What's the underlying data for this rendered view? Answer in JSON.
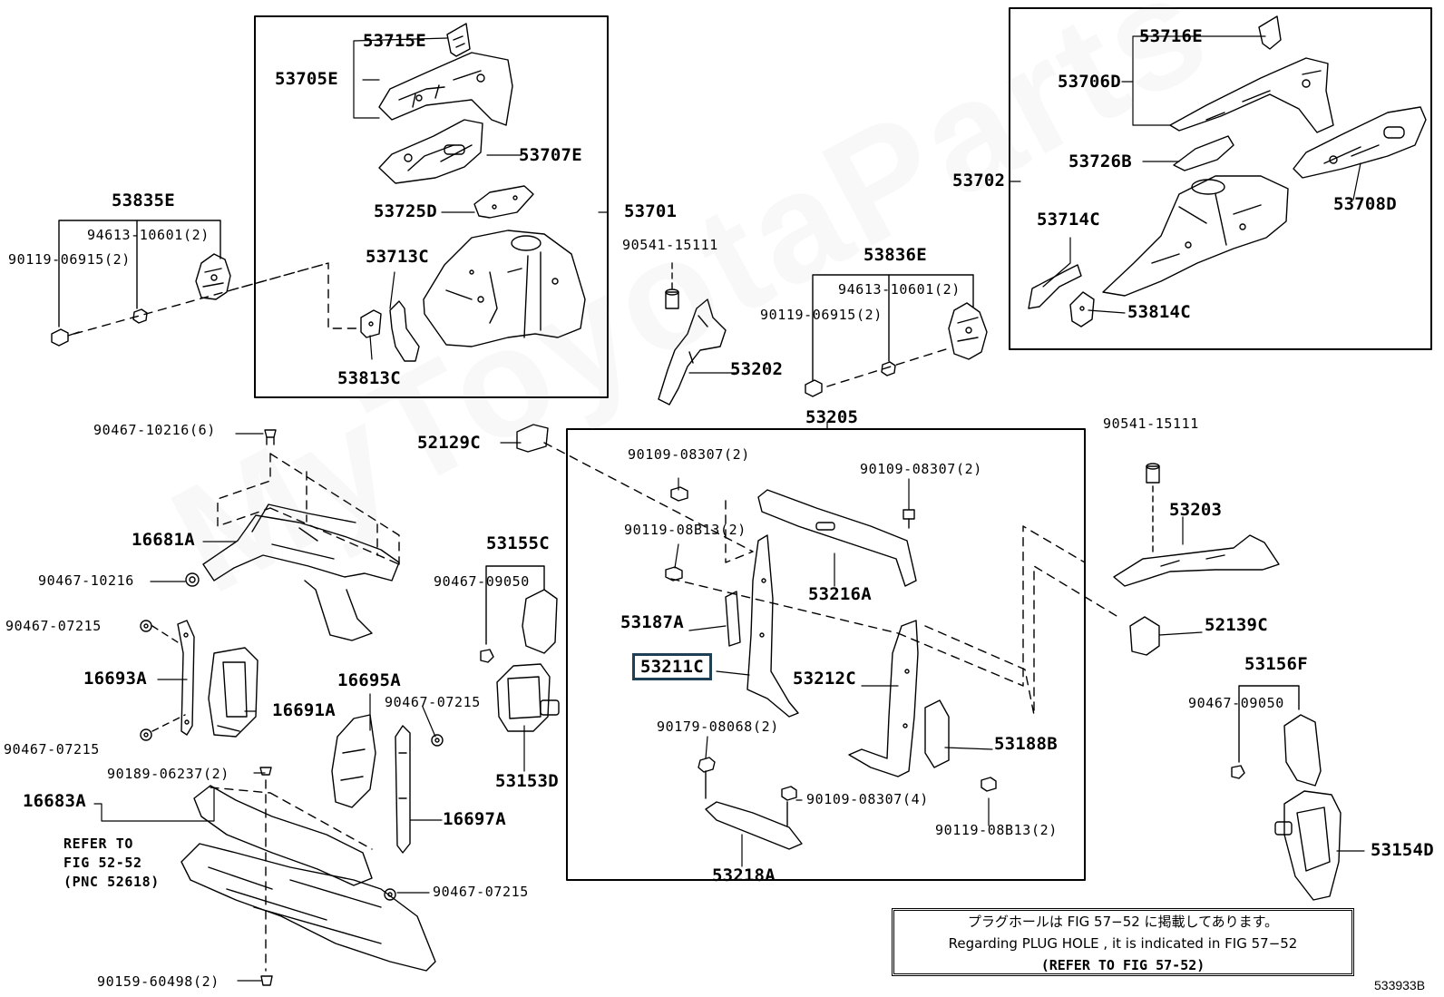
{
  "parts": {
    "p53715E": "53715E",
    "p53705E": "53705E",
    "p53707E": "53707E",
    "p53725D": "53725D",
    "p53713C": "53713C",
    "p53813C": "53813C",
    "p53701": "53701",
    "p53835E": "53835E",
    "p94613_l": "94613-10601(2)",
    "p90119_l": "90119-06915(2)",
    "p90541_a": "90541-15111",
    "p53202": "53202",
    "p53836E": "53836E",
    "p94613_r": "94613-10601(2)",
    "p90119_r": "90119-06915(2)",
    "p53716E": "53716E",
    "p53706D": "53706D",
    "p53726B": "53726B",
    "p53702": "53702",
    "p53708D": "53708D",
    "p53714C": "53714C",
    "p53814C": "53814C",
    "p90467_10216_6": "90467-10216(6)",
    "p16681A": "16681A",
    "p90467_10216": "90467-10216",
    "p90467_07215_a": "90467-07215",
    "p16693A": "16693A",
    "p16691A": "16691A",
    "p90467_07215_b": "90467-07215",
    "p16695A": "16695A",
    "p90467_07215_c": "90467-07215",
    "p90189": "90189-06237(2)",
    "p16683A": "16683A",
    "p16697A": "16697A",
    "refer_1": "REFER TO",
    "refer_2": "FIG 52-52",
    "refer_3": "(PNC 52618)",
    "p90467_07215_d": "90467-07215",
    "p90159": "90159-60498(2)",
    "p52129C": "52129C",
    "p53155C": "53155C",
    "p90467_09050_a": "90467-09050",
    "p53153D": "53153D",
    "p53205": "53205",
    "p90109_a": "90109-08307(2)",
    "p90109_b": "90109-08307(2)",
    "p90119_08B13_a": "90119-08B13(2)",
    "p53216A": "53216A",
    "p53187A": "53187A",
    "p53211C": "53211C",
    "p53212C": "53212C",
    "p90179": "90179-08068(2)",
    "p53188B": "53188B",
    "p90109_c": "90109-08307(4)",
    "p90119_08B13_b": "90119-08B13(2)",
    "p53218A": "53218A",
    "p90541_b": "90541-15111",
    "p53203": "53203",
    "p52139C": "52139C",
    "p53156F": "53156F",
    "p90467_09050_b": "90467-09050",
    "p53154D": "53154D"
  },
  "note": {
    "jp": "プラグホールは FIG  57−52 に掲載してあります。",
    "en": "Regarding  PLUG  HOLE , it is indicated in FIG  57−52",
    "ref": "(REFER TO FIG 57-52)"
  },
  "figure_code": "533933B"
}
